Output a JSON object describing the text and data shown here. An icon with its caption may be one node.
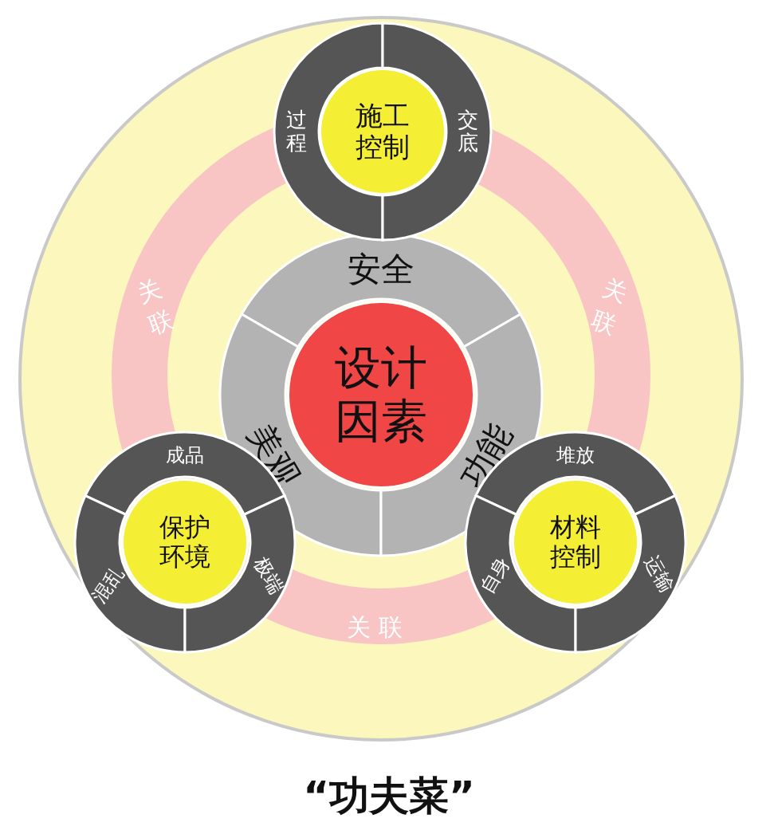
{
  "diagram": {
    "title": "“功夫菜”",
    "nodes": [
      {
        "text": [
          "过程"
        ]
      },
      {
        "text": [
          "施工控制"
        ]
      },
      {
        "text": [
          "交底"
        ]
      },
      {
        "text": [
          "安全"
        ]
      },
      {
        "text": [
          "设计因素"
        ]
      },
      {
        "text": [
          "美观"
        ]
      },
      {
        "text": [
          "功能"
        ]
      },
      {
        "text": [
          "成品"
        ]
      },
      {
        "text": [
          "堆放"
        ]
      },
      {
        "text": [
          "保护环境"
        ]
      },
      {
        "text": [
          "材料控制"
        ]
      },
      {
        "text": [
          "混乱"
        ]
      },
      {
        "text": [
          "极端"
        ]
      },
      {
        "text": [
          "自身"
        ]
      },
      {
        "text": [
          "运输"
        ]
      }
    ],
    "edges": [],
    "labels": [
      "关联",
      "关联",
      "关联"
    ]
  }
}
